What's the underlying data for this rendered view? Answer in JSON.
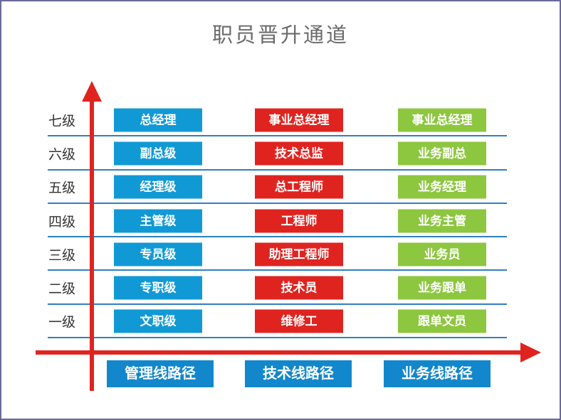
{
  "title": "职员晋升通道",
  "colors": {
    "management_blue": "#1199d6",
    "technical_red": "#df2420",
    "business_green": "#8dc63f",
    "axis_red": "#df2420",
    "separator_blue": "#2f7fc1",
    "path_button_blue": "#1287cb",
    "border_slate": "#6a6a9c"
  },
  "rows": [
    {
      "level": "七级",
      "management": "总经理",
      "technical": "事业总经理",
      "business": "事业总经理"
    },
    {
      "level": "六级",
      "management": "副总级",
      "technical": "技术总监",
      "business": "业务副总"
    },
    {
      "level": "五级",
      "management": "经理级",
      "technical": "总工程师",
      "business": "业务经理"
    },
    {
      "level": "四级",
      "management": "主管级",
      "technical": "工程师",
      "business": "业务主管"
    },
    {
      "level": "三级",
      "management": "专员级",
      "technical": "助理工程师",
      "business": "业务员"
    },
    {
      "level": "二级",
      "management": "专职级",
      "technical": "技术员",
      "business": "业务跟单"
    },
    {
      "level": "一级",
      "management": "文职级",
      "technical": "维修工",
      "business": "跟单文员"
    }
  ],
  "paths": [
    {
      "label": "管理线路径"
    },
    {
      "label": "技术线路径"
    },
    {
      "label": "业务线路径"
    }
  ]
}
